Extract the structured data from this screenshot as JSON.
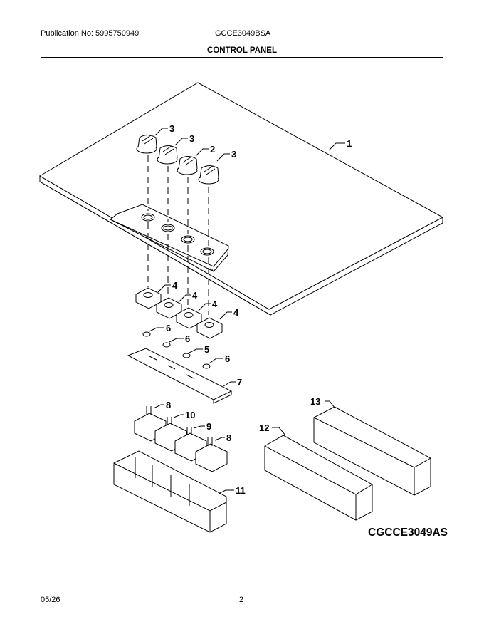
{
  "header": {
    "publication": "Publication No: 5995750949",
    "model": "GCCE3049BSA",
    "section": "CONTROL PANEL"
  },
  "callouts": [
    {
      "name": "callout-1-panel",
      "text": "1"
    },
    {
      "name": "callout-3-knob-a",
      "text": "3"
    },
    {
      "name": "callout-3-knob-b",
      "text": "3"
    },
    {
      "name": "callout-2-knob",
      "text": "2"
    },
    {
      "name": "callout-3-knob-c",
      "text": "3"
    },
    {
      "name": "callout-4-switch-a",
      "text": "4"
    },
    {
      "name": "callout-4-switch-b",
      "text": "4"
    },
    {
      "name": "callout-4-switch-c",
      "text": "4"
    },
    {
      "name": "callout-4-switch-d",
      "text": "4"
    },
    {
      "name": "callout-6-a",
      "text": "6"
    },
    {
      "name": "callout-6-b",
      "text": "6"
    },
    {
      "name": "callout-5",
      "text": "5"
    },
    {
      "name": "callout-6-c",
      "text": "6"
    },
    {
      "name": "callout-7-bracket",
      "text": "7"
    },
    {
      "name": "callout-8-a",
      "text": "8"
    },
    {
      "name": "callout-10",
      "text": "10"
    },
    {
      "name": "callout-9",
      "text": "9"
    },
    {
      "name": "callout-8-b",
      "text": "8"
    },
    {
      "name": "callout-11-housing",
      "text": "11"
    },
    {
      "name": "callout-12-shield",
      "text": "12"
    },
    {
      "name": "callout-13-shield",
      "text": "13"
    }
  ],
  "drawing_code": "CGCCE3049AS",
  "footer": {
    "date": "05/26",
    "page": "2"
  }
}
